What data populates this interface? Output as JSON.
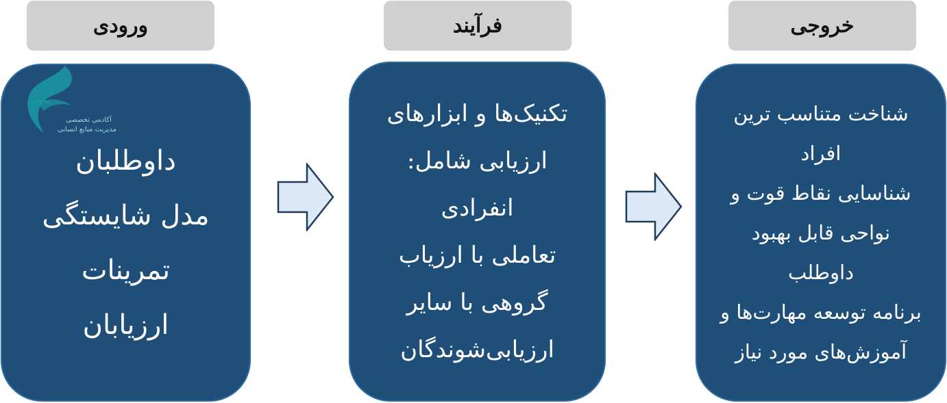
{
  "headers": {
    "input": "ورودی",
    "process": "فرآیند",
    "output": "خروجی"
  },
  "input_box": {
    "lines": [
      "داوطلبان",
      "مدل شایستگی",
      "تمرینات",
      "ارزیابان"
    ]
  },
  "process_box": {
    "lines": [
      "تکنیک‌ها و ابزارهای",
      "ارزیابی شامل:",
      "انفرادی",
      "تعاملی با ارزیاب",
      "گروهی با سایر",
      "ارزیابی‌شوندگان"
    ]
  },
  "output_box": {
    "lines": [
      "شناخت متناسب ترین",
      "افراد",
      "شناسایی نقاط قوت و",
      "نواحی قابل بهبود",
      "داوطلب",
      "برنامه توسعه مهارت‌ها و",
      "آموزش‌های مورد نیاز"
    ]
  },
  "watermark": {
    "icon": "logo-icon",
    "text_line1": "آکادمی تخصصی",
    "text_line2": "مدیریت منابع انسانی"
  },
  "colors": {
    "box_fill": "#1f4e79",
    "box_border": "#2e6da4",
    "header_fill": "#d0d0d0",
    "arrow_fill": "#dde9f6",
    "arrow_stroke": "#1f3b5c",
    "logo_color": "#1a9aa3"
  }
}
